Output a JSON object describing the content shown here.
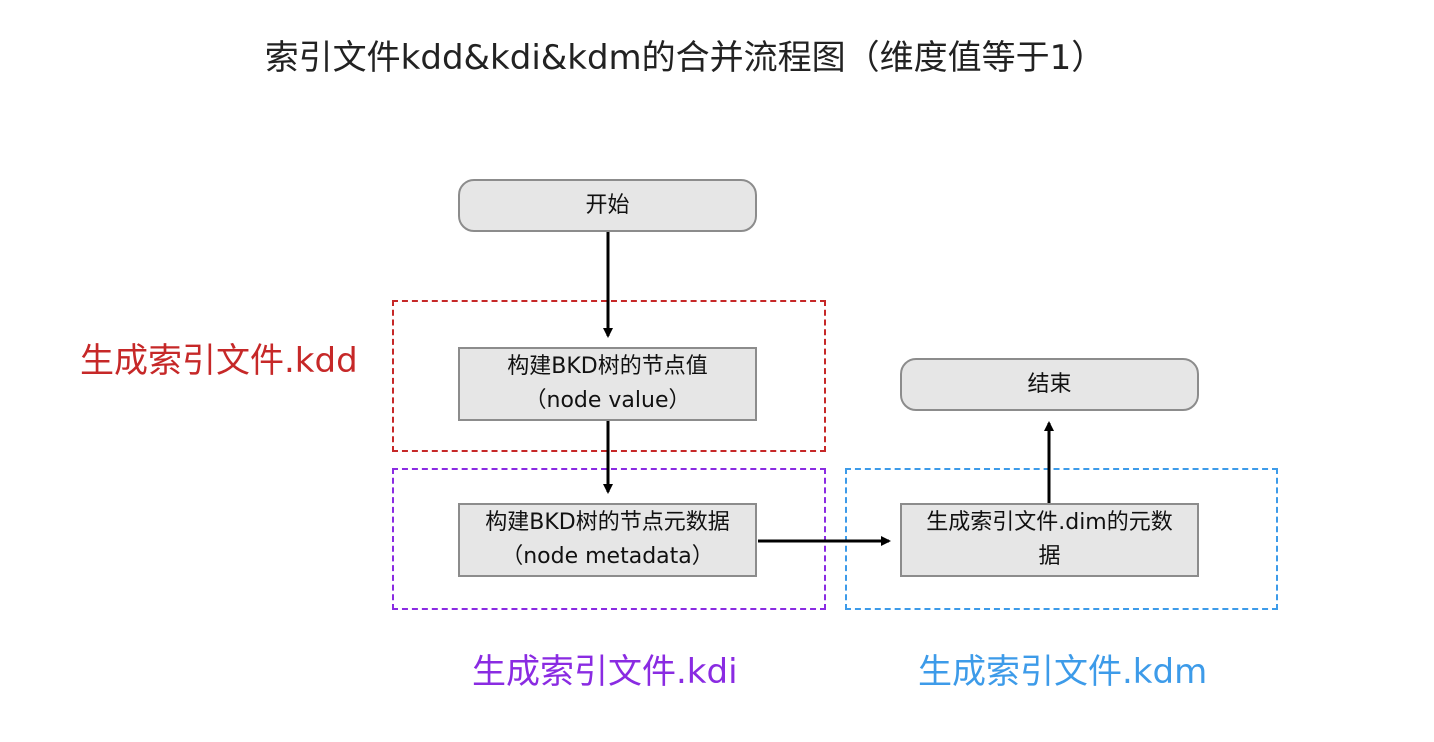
{
  "title": "索引文件kdd&kdi&kdm的合并流程图（维度值等于1）",
  "nodes": {
    "start": {
      "label": "开始"
    },
    "node_value": {
      "line1": "构建BKD树的节点值",
      "line2": "（node value）"
    },
    "node_metadata": {
      "line1": "构建BKD树的节点元数据",
      "line2": "（node metadata）"
    },
    "dim_metadata": {
      "line1": "生成索引文件.dim的元数",
      "line2": "据"
    },
    "end": {
      "label": "结束"
    }
  },
  "groups": {
    "kdd": {
      "label": "生成索引文件.kdd",
      "color": "#c62828"
    },
    "kdi": {
      "label": "生成索引文件.kdi",
      "color": "#8a2be2"
    },
    "kdm": {
      "label": "生成索引文件.kdm",
      "color": "#3d9be9"
    }
  },
  "colors": {
    "node_fill": "#e6e6e6",
    "node_border": "#8c8c8c",
    "arrow": "#000000"
  }
}
